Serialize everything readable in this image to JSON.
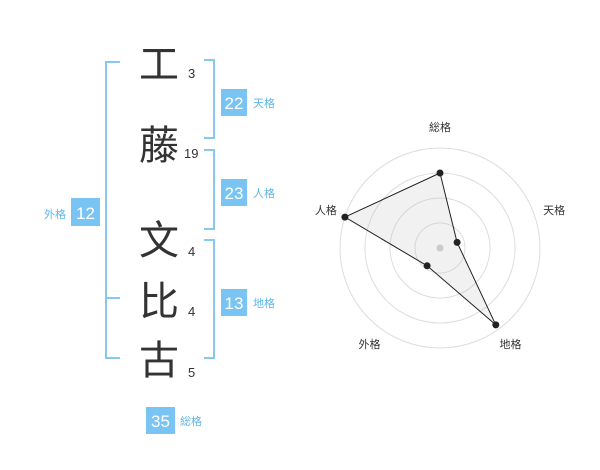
{
  "name": {
    "characters": [
      {
        "char": "工",
        "strokes": "3"
      },
      {
        "char": "藤",
        "strokes": "19"
      },
      {
        "char": "文",
        "strokes": "4"
      },
      {
        "char": "比",
        "strokes": "4"
      },
      {
        "char": "古",
        "strokes": "5"
      }
    ]
  },
  "fortune": {
    "tenkaku": {
      "value": "22",
      "label": "天格"
    },
    "jinkaku": {
      "value": "23",
      "label": "人格"
    },
    "chikaku": {
      "value": "13",
      "label": "地格"
    },
    "gaikaku": {
      "value": "12",
      "label": "外格"
    },
    "soukaku": {
      "value": "35",
      "label": "総格"
    }
  },
  "colors": {
    "accent": "#79c4f2",
    "bracket": "#88c8ee",
    "label": "#5eb6e8",
    "text": "#333333"
  },
  "chart_data": {
    "type": "radar",
    "axes": [
      "総格",
      "天格",
      "地格",
      "外格",
      "人格"
    ],
    "values": [
      0.75,
      0.18,
      0.95,
      0.22,
      1.0
    ],
    "range": [
      0,
      1
    ],
    "rings": 4
  }
}
